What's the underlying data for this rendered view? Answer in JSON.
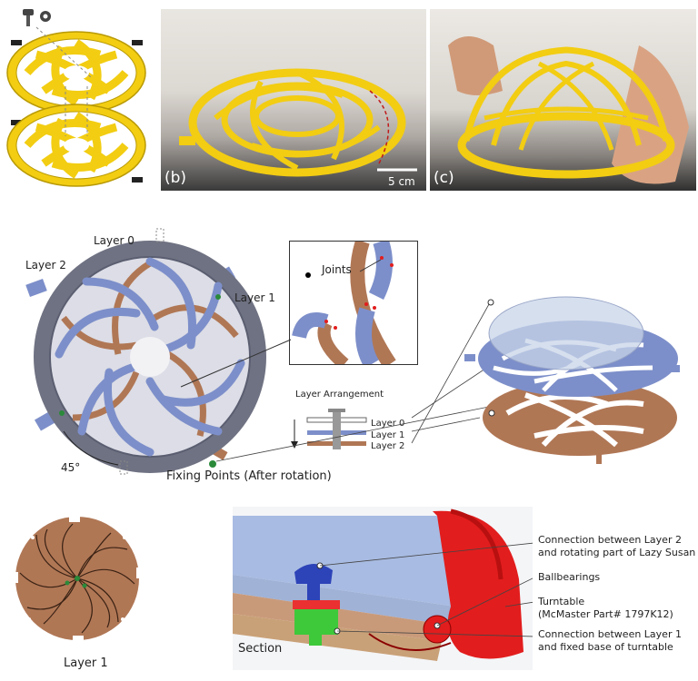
{
  "panel_b": {
    "letter": "(b)",
    "scale": "5 cm"
  },
  "panel_c": {
    "letter": "(c)"
  },
  "layers": {
    "layer0": "Layer 0",
    "layer1": "Layer 1",
    "layer2": "Layer 2"
  },
  "angle": "45°",
  "joints": "Joints",
  "arrangement": {
    "title": "Layer Arrangement",
    "l0": "Layer 0",
    "l1": "Layer 1",
    "l2": "Layer 2"
  },
  "fixing_points": "Fixing Points (After rotation)",
  "layer1_caption": "Layer 1",
  "section": {
    "label": "Section",
    "conn2_line1": "Connection between Layer 2",
    "conn2_line2": "and rotating part of  Lazy Susan",
    "ballbearings": "Ballbearings",
    "turntable_line1": "Turntable",
    "turntable_line2": "(McMaster Part# 1797K12)",
    "conn1_line1": "Connection between Layer 1",
    "conn1_line2": "and fixed base of  turntable"
  },
  "colors": {
    "yellow": "#f2cd12",
    "blue": "#7d8fca",
    "brown": "#b07755",
    "red": "#e21d1d",
    "green": "#3ec93b"
  }
}
